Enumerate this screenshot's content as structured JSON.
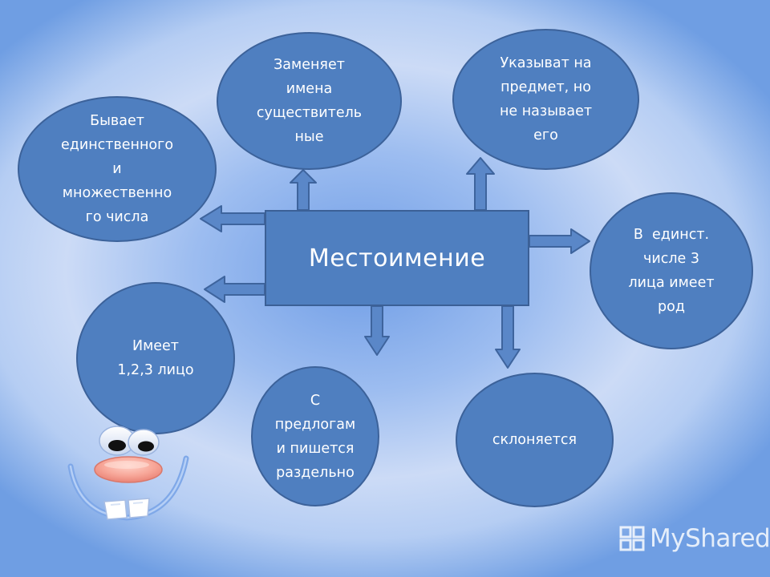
{
  "center": {
    "label": "Местоимение"
  },
  "nodes": {
    "plural": {
      "lines": [
        "Бывает",
        "единственного",
        "и",
        "множественно",
        "го числа"
      ]
    },
    "replaces": {
      "lines": [
        "Заменяет",
        "имена",
        "существитель",
        "ные"
      ]
    },
    "points": {
      "lines": [
        "Указыват на",
        "предмет, но",
        "не называет",
        "его"
      ]
    },
    "gender": {
      "lines": [
        "В  единст.",
        "числе 3",
        "лица имеет",
        "род"
      ]
    },
    "person": {
      "lines": [
        "Имеет",
        "1,2,3 лицо"
      ]
    },
    "prepositions": {
      "lines": [
        "С",
        "предлогам",
        "и пишется",
        "раздельно"
      ]
    },
    "declines": {
      "lines": [
        "склоняется"
      ]
    }
  },
  "watermark": {
    "text": "MyShared"
  },
  "colors": {
    "node_fill": "#4f7fc0",
    "node_border": "#3c629a",
    "text": "#ffffff"
  },
  "icons": {
    "watermark": "myshared-logo-icon",
    "mascot": "cartoon-face-icon"
  }
}
